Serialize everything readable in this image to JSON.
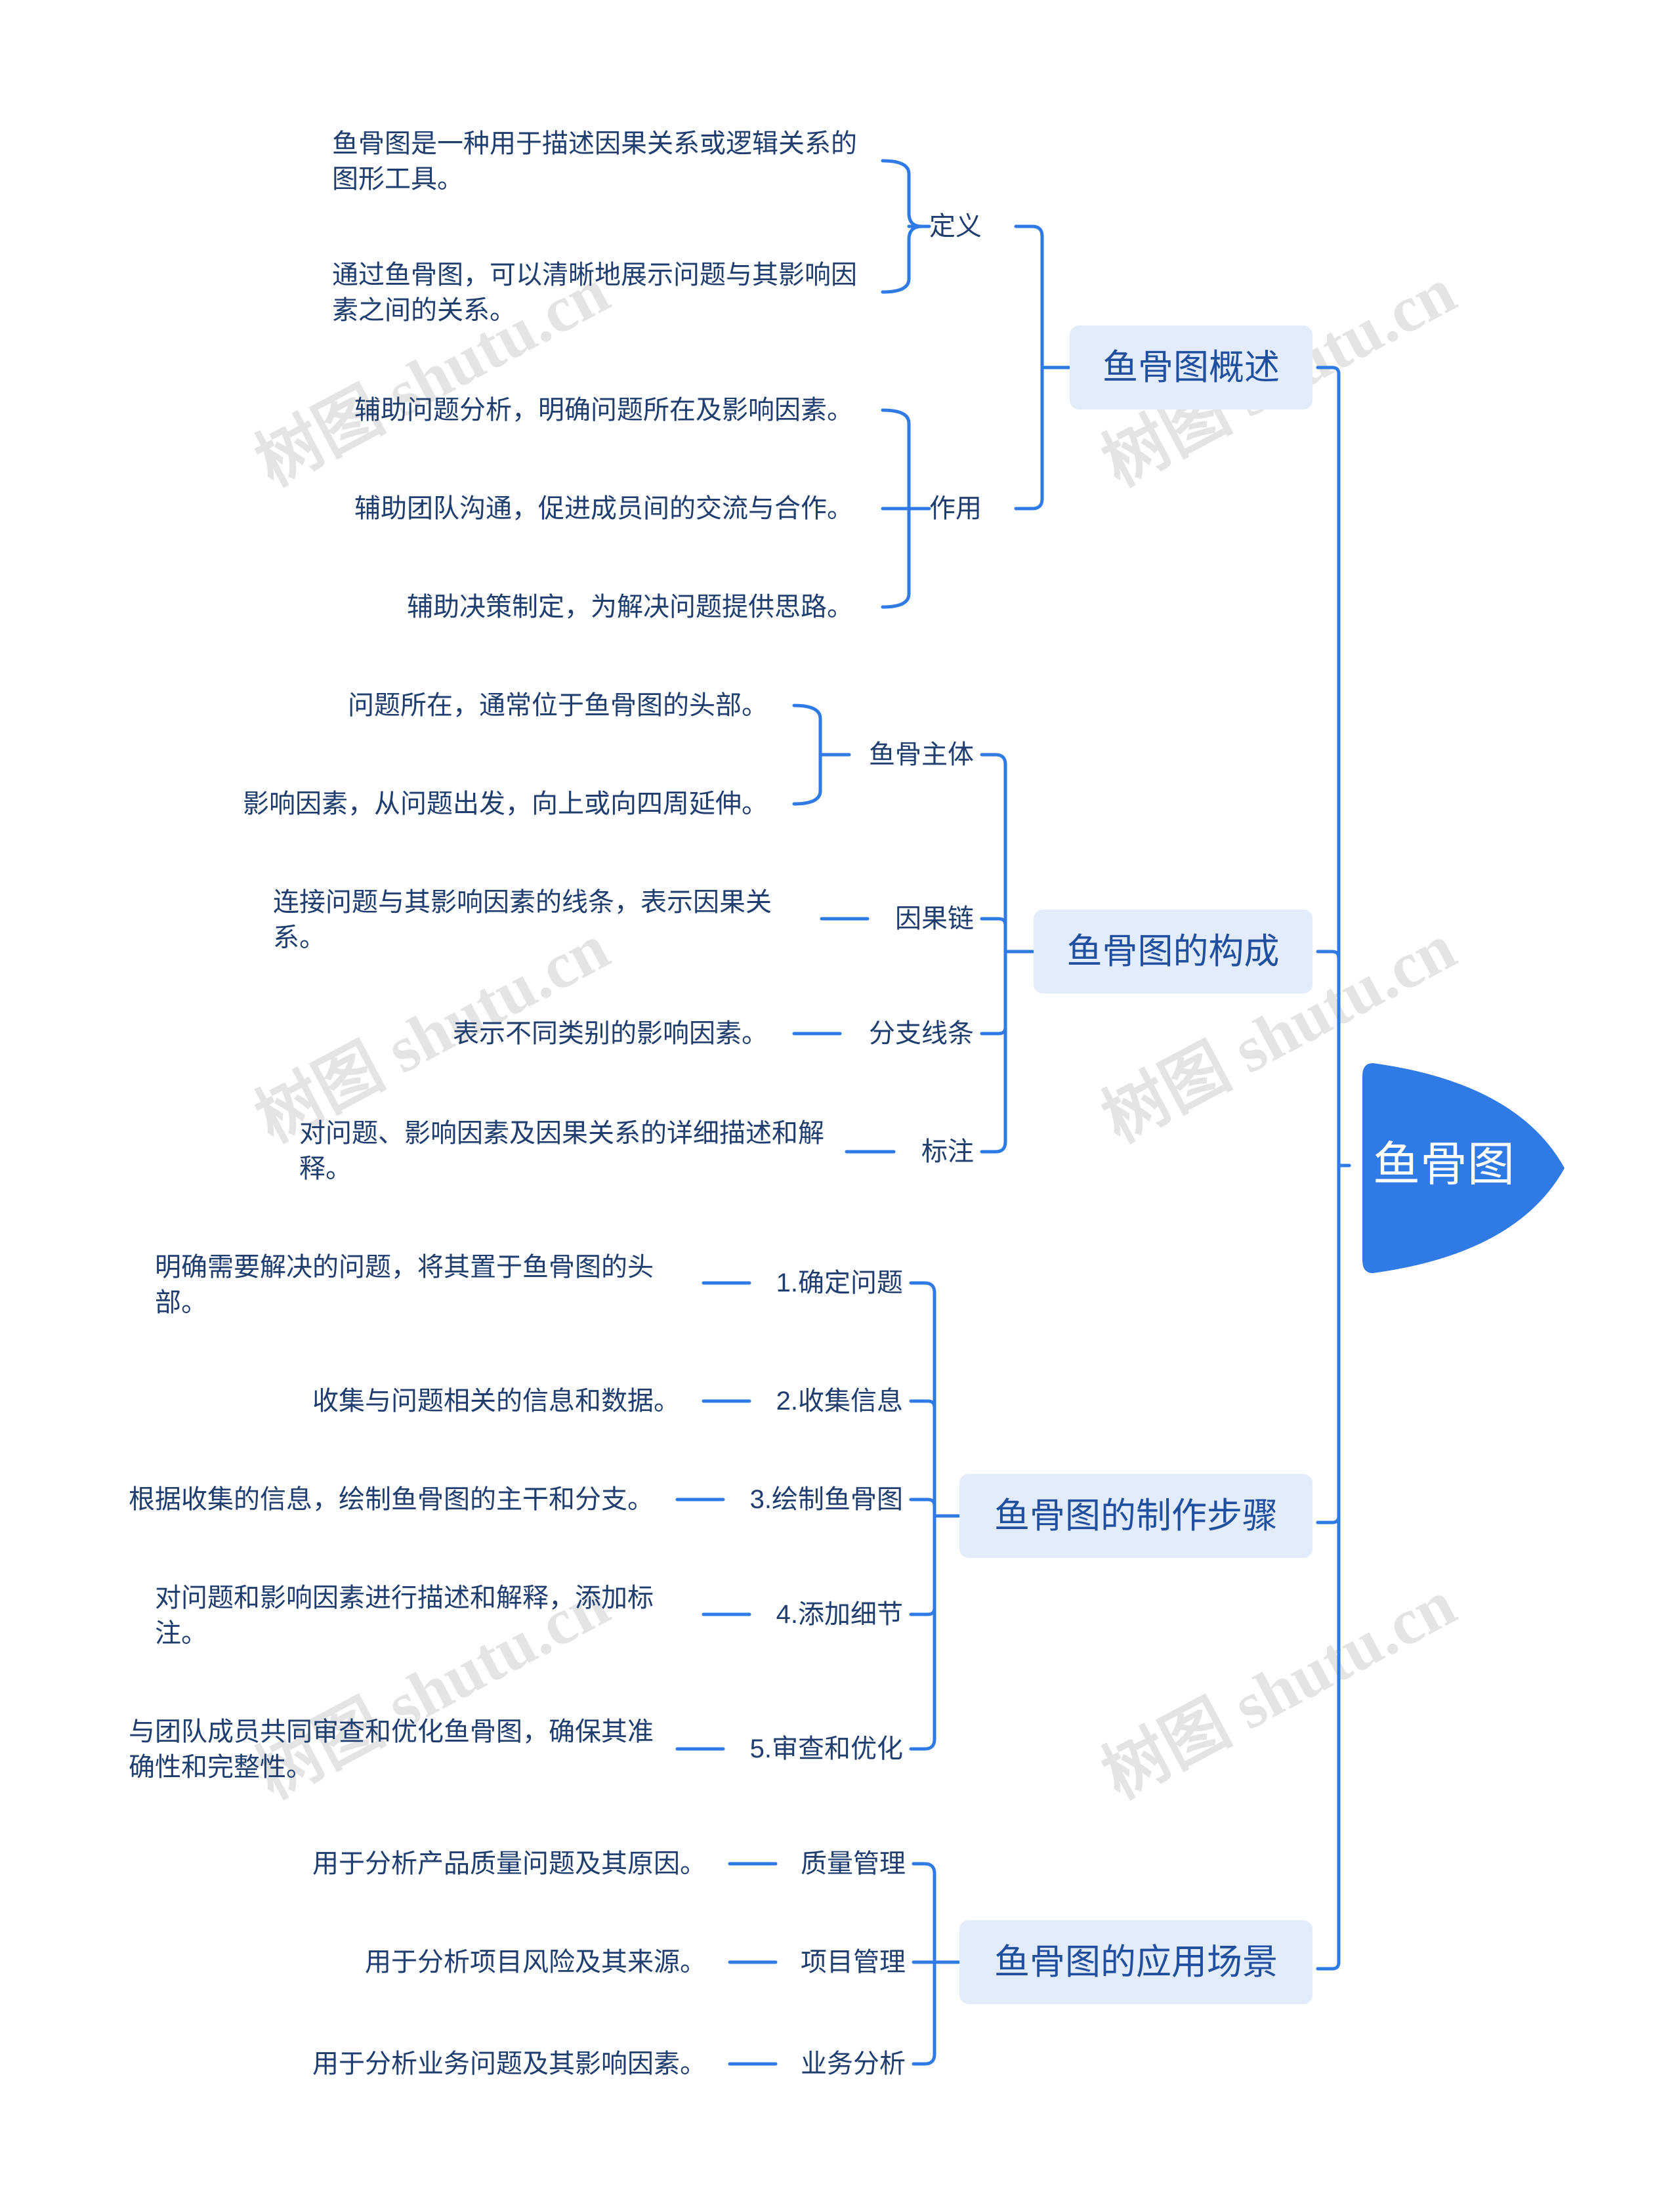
{
  "root": {
    "label": "鱼骨图"
  },
  "branches": [
    {
      "label": "鱼骨图概述",
      "children": [
        {
          "label": "定义",
          "leaves": [
            "鱼骨图是一种用于描述因果关系或逻辑关系的图形工具。",
            "通过鱼骨图，可以清晰地展示问题与其影响因素之间的关系。"
          ]
        },
        {
          "label": "作用",
          "leaves": [
            "辅助问题分析，明确问题所在及影响因素。",
            "辅助团队沟通，促进成员间的交流与合作。",
            "辅助决策制定，为解决问题提供思路。"
          ]
        }
      ]
    },
    {
      "label": "鱼骨图的构成",
      "children": [
        {
          "label": "鱼骨主体",
          "leaves": [
            "问题所在，通常位于鱼骨图的头部。",
            "影响因素，从问题出发，向上或向四周延伸。"
          ]
        },
        {
          "label": "因果链",
          "leaves": [
            "连接问题与其影响因素的线条，表示因果关系。"
          ]
        },
        {
          "label": "分支线条",
          "leaves": [
            "表示不同类别的影响因素。"
          ]
        },
        {
          "label": "标注",
          "leaves": [
            "对问题、影响因素及因果关系的详细描述和解释。"
          ]
        }
      ]
    },
    {
      "label": "鱼骨图的制作步骤",
      "children": [
        {
          "label": "1.确定问题",
          "leaves": [
            "明确需要解决的问题，将其置于鱼骨图的头部。"
          ]
        },
        {
          "label": "2.收集信息",
          "leaves": [
            "收集与问题相关的信息和数据。"
          ]
        },
        {
          "label": "3.绘制鱼骨图",
          "leaves": [
            "根据收集的信息，绘制鱼骨图的主干和分支。"
          ]
        },
        {
          "label": "4.添加细节",
          "leaves": [
            "对问题和影响因素进行描述和解释，添加标注。"
          ]
        },
        {
          "label": "5.审查和优化",
          "leaves": [
            "与团队成员共同审查和优化鱼骨图，确保其准确性和完整性。"
          ]
        }
      ]
    },
    {
      "label": "鱼骨图的应用场景",
      "children": [
        {
          "label": "质量管理",
          "leaves": [
            "用于分析产品质量问题及其原因。"
          ]
        },
        {
          "label": "项目管理",
          "leaves": [
            "用于分析项目风险及其来源。"
          ]
        },
        {
          "label": "业务分析",
          "leaves": [
            "用于分析业务问题及其影响因素。"
          ]
        }
      ]
    }
  ],
  "watermark": "树图 shutu.cn",
  "colors": {
    "accent": "#2f7ae5",
    "branch_bg": "#e3ecfb",
    "text": "#1f3d6e",
    "branch_text": "#1f4f9e"
  }
}
